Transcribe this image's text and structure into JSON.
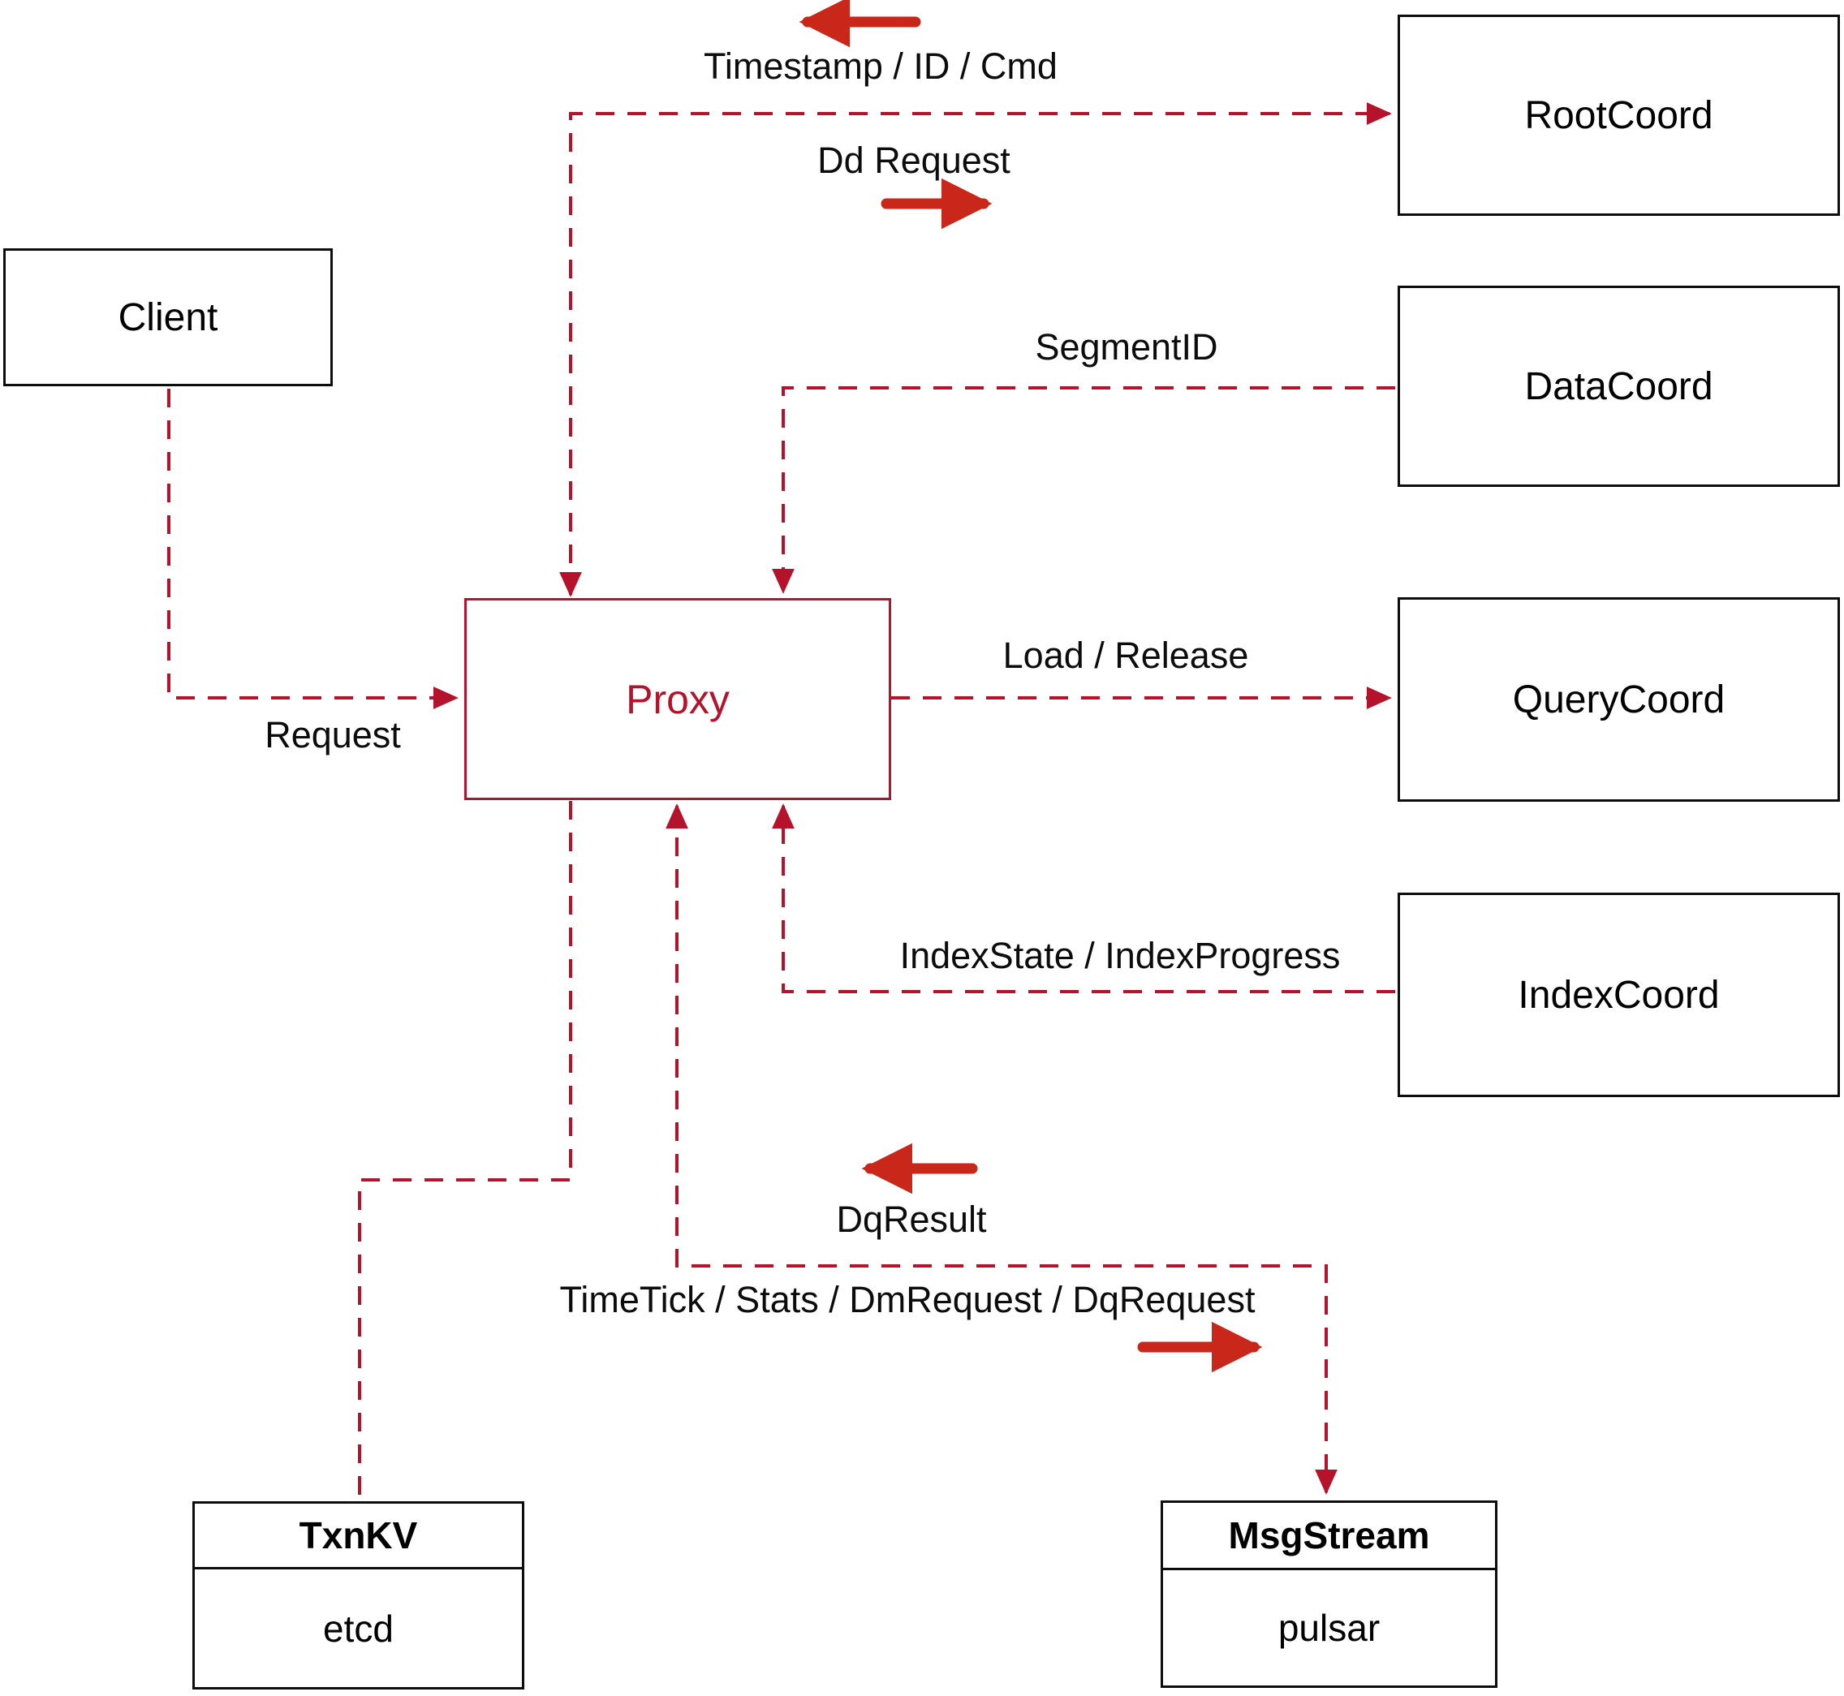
{
  "diagram": {
    "nodes": {
      "client": {
        "label": "Client"
      },
      "proxy": {
        "label": "Proxy"
      },
      "root_coord": {
        "label": "RootCoord"
      },
      "data_coord": {
        "label": "DataCoord"
      },
      "query_coord": {
        "label": "QueryCoord"
      },
      "index_coord": {
        "label": "IndexCoord"
      },
      "txn_kv": {
        "title": "TxnKV",
        "subtitle": "etcd"
      },
      "msg_stream": {
        "title": "MsgStream",
        "subtitle": "pulsar"
      }
    },
    "edge_labels": {
      "timestamp_id_cmd": "Timestamp / ID / Cmd",
      "dd_request": "Dd Request",
      "segment_id": "SegmentID",
      "load_release": "Load / Release",
      "request": "Request",
      "index_state": "IndexState / IndexProgress",
      "dq_result": "DqResult",
      "time_tick": "TimeTick / Stats / DmRequest / DqRequest"
    },
    "colors": {
      "dashed_edge": "#b5122b",
      "solid_arrow": "#c9271a",
      "node_border": "#0d0d0d",
      "proxy_accent": "#b5122b",
      "background": "#ffffff"
    }
  }
}
